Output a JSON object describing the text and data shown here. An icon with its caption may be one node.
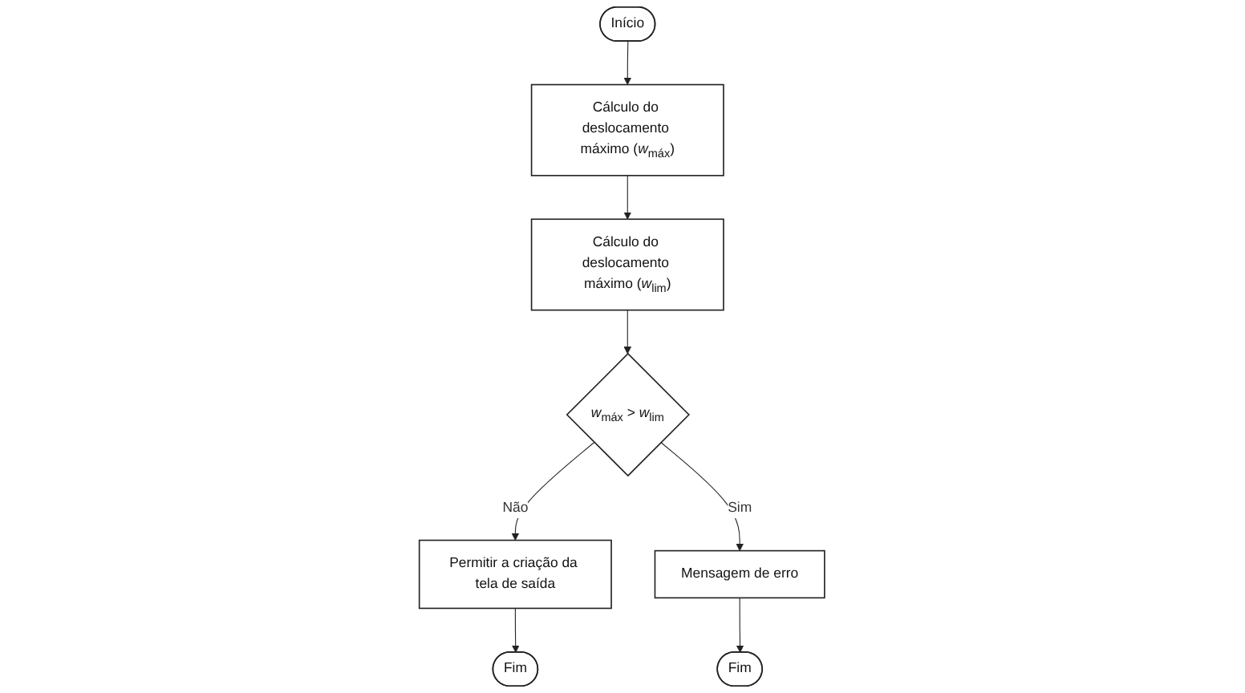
{
  "diagram": {
    "nodes": [
      {
        "text": [
          "Início"
        ]
      },
      {
        "text": [
          "Cálculo do deslocamento máximo (*w*$_{máx}$)"
        ]
      },
      {
        "text": [
          "Cálculo do deslocamento máximo (*w*$_{lim}$)"
        ]
      },
      {
        "text": [
          "Fim"
        ]
      },
      {
        "text": [
          "Permitir a criação da tela de saída"
        ]
      },
      {
        "text": [
          "*w*$_{máx}$ > *w*$_{lim}$"
        ]
      },
      {
        "text": [
          "Fim"
        ]
      },
      {
        "text": [
          "Mensagem de erro"
        ]
      }
    ],
    "edges": [
      {
        "from": 0,
        "to": 1,
        "arrow": "to"
      },
      {
        "from": 1,
        "to": 2,
        "arrow": "to"
      },
      {
        "from": 2,
        "to": 5,
        "arrow": "to"
      },
      {
        "from": 5,
        "to": 4,
        "arrow": "to",
        "label": "Não"
      },
      {
        "from": 5,
        "to": 7,
        "arrow": "to",
        "label": "Sim"
      },
      {
        "from": 4,
        "to": 3,
        "arrow": "to"
      },
      {
        "from": 7,
        "to": 6,
        "arrow": "to"
      }
    ]
  }
}
